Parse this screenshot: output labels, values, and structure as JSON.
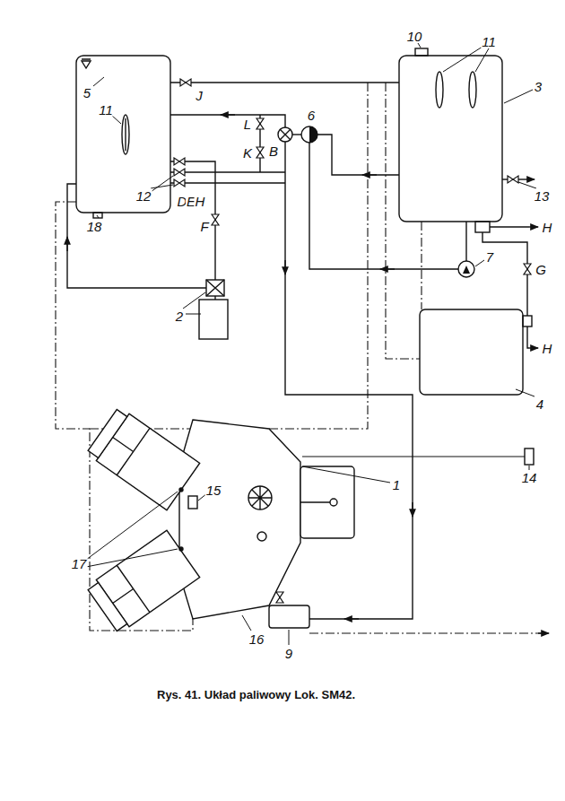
{
  "diagram": {
    "caption": "Rys. 41. Układ paliwowy Lok. SM42.",
    "labels": [
      "5",
      "11",
      "J",
      "L",
      "B",
      "6",
      "K",
      "D",
      "E",
      "H",
      "F",
      "12",
      "18",
      "2",
      "10",
      "11",
      "3",
      "13",
      "H",
      "G",
      "7",
      "4",
      "H",
      "14",
      "1",
      "15",
      "17",
      "16",
      "9"
    ]
  }
}
